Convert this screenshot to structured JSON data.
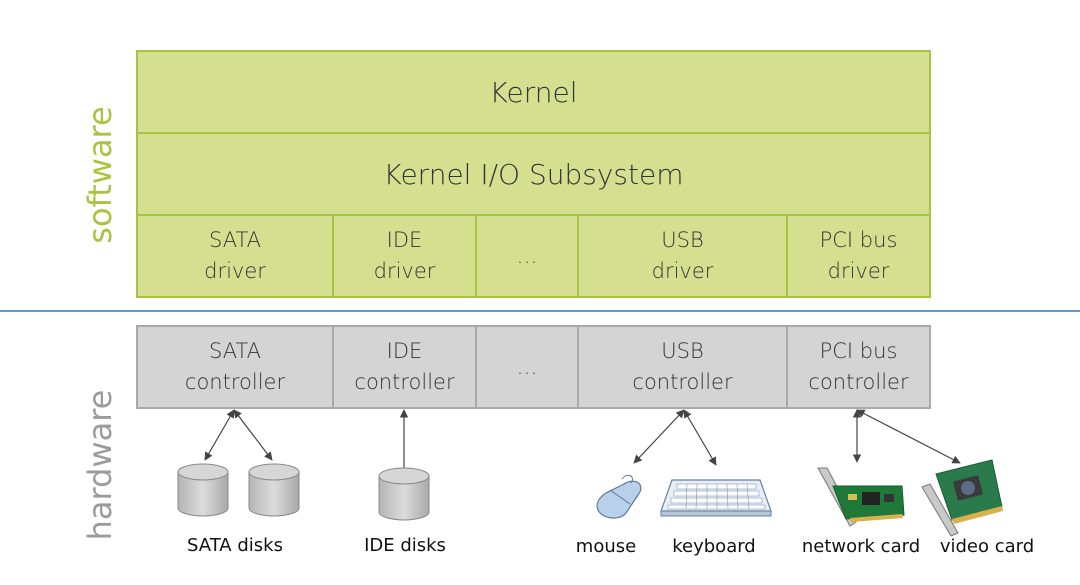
{
  "labels": {
    "software": "software",
    "hardware": "hardware"
  },
  "software": {
    "kernel": "Kernel",
    "io_subsystem": "Kernel I/O Subsystem",
    "drivers": [
      {
        "line1": "SATA",
        "line2": "driver"
      },
      {
        "line1": "IDE",
        "line2": "driver"
      },
      {
        "line1": "…",
        "line2": ""
      },
      {
        "line1": "USB",
        "line2": "driver"
      },
      {
        "line1": "PCI bus",
        "line2": "driver"
      }
    ]
  },
  "hardware": {
    "controllers": [
      {
        "line1": "SATA",
        "line2": "controller"
      },
      {
        "line1": "IDE",
        "line2": "controller"
      },
      {
        "line1": "…",
        "line2": ""
      },
      {
        "line1": "USB",
        "line2": "controller"
      },
      {
        "line1": "PCI bus",
        "line2": "controller"
      }
    ],
    "devices": {
      "sata_disks": "SATA disks",
      "ide_disks": "IDE disks",
      "mouse": "mouse",
      "keyboard": "keyboard",
      "network_card": "network card",
      "video_card": "video card"
    }
  },
  "colors": {
    "software_label": "#a9c43f",
    "hardware_label": "#9b9b9b",
    "software_fill": "#d4df8f",
    "software_border": "#a7c440",
    "hardware_fill": "#d4d4d4",
    "hardware_border": "#a9a9a9",
    "divider": "#5b9bd5"
  }
}
